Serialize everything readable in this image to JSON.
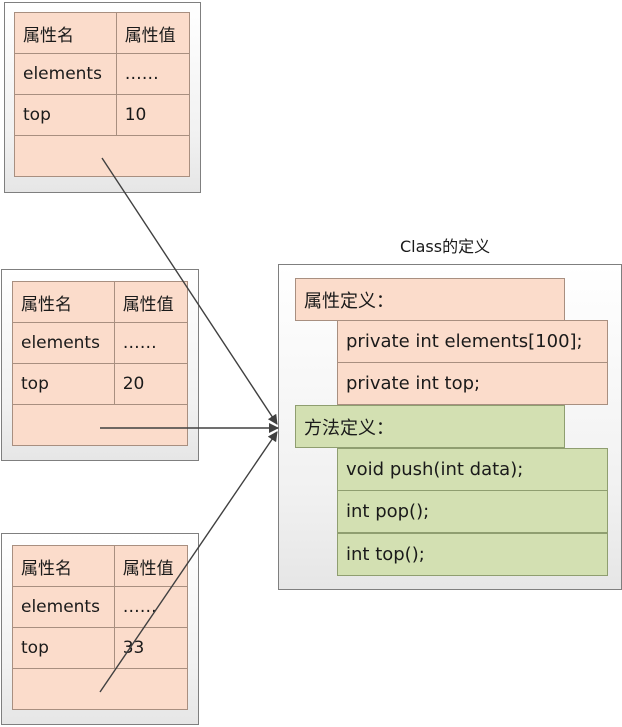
{
  "objects": [
    {
      "header": {
        "name": "属性名",
        "value": "属性值"
      },
      "rows": [
        {
          "name": "elements",
          "value": "……"
        },
        {
          "name": "top",
          "value": "10"
        }
      ]
    },
    {
      "header": {
        "name": "属性名",
        "value": "属性值"
      },
      "rows": [
        {
          "name": "elements",
          "value": "……"
        },
        {
          "name": "top",
          "value": "20"
        }
      ]
    },
    {
      "header": {
        "name": "属性名",
        "value": "属性值"
      },
      "rows": [
        {
          "name": "elements",
          "value": "……"
        },
        {
          "name": "top",
          "value": "33"
        }
      ]
    }
  ],
  "class_def": {
    "title": "Class的定义",
    "attr_heading": "属性定义：",
    "attrs": [
      "private int elements[100];",
      "private int top;"
    ],
    "method_heading": "方法定义：",
    "methods": [
      "void push(int data);",
      "int  pop();",
      "int  top();"
    ]
  },
  "colors": {
    "attribute_fill": "#fbdccb",
    "method_fill": "#d3e0b2",
    "arrow": "#404040"
  }
}
